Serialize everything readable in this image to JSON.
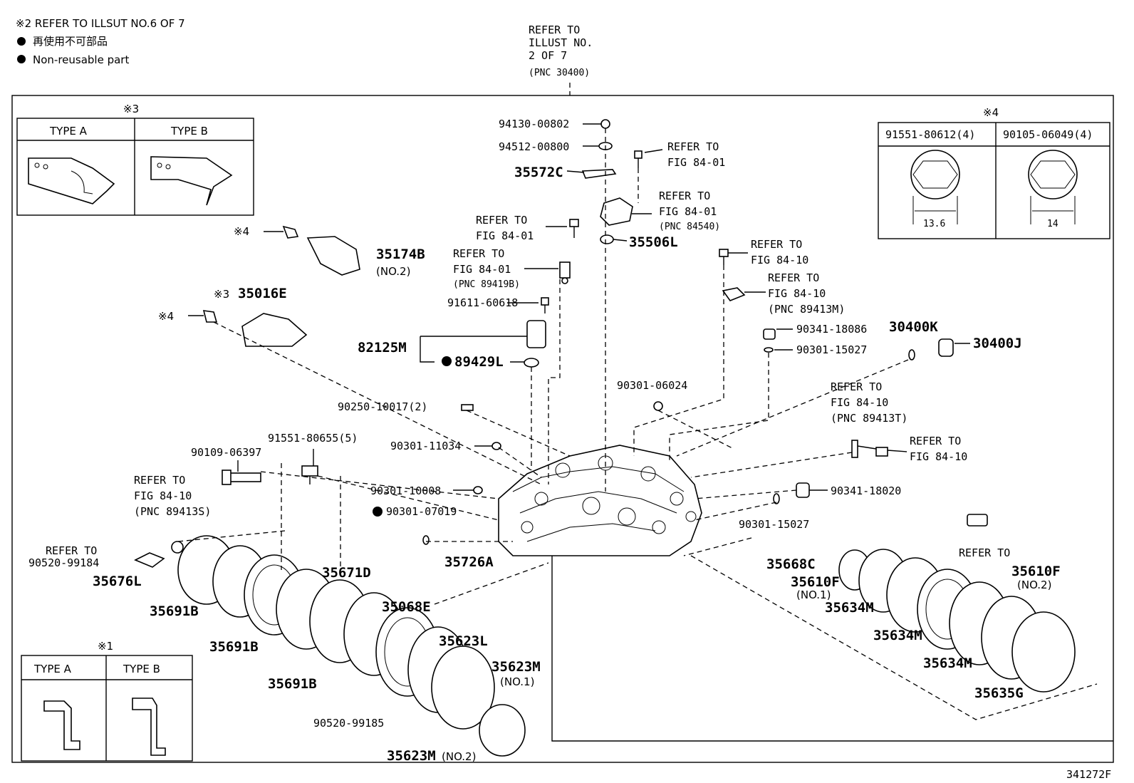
{
  "notes": {
    "ref_note": "※2 REFER TO ILLSUT NO.6 OF 7",
    "non_reusable_jp": "再使用不可部品",
    "non_reusable_en": "Non-reusable part",
    "illust_ref": [
      "REFER TO",
      "ILLUST NO.",
      "2 OF 7",
      "(PNC 30400)"
    ],
    "figure_id": "341272F"
  },
  "insets": {
    "inset3": {
      "mark": "※3",
      "type_a": "TYPE A",
      "type_b": "TYPE B"
    },
    "inset4": {
      "mark": "※4",
      "col_a": "91551-80612(4)",
      "col_b": "90105-06049(4)",
      "dim_a": "13.6",
      "dim_b": "14"
    },
    "inset1": {
      "mark": "※1",
      "type_a": "TYPE A",
      "type_b": "TYPE B"
    }
  },
  "labels": {
    "p94130": "94130-00802",
    "p94512": "94512-00800",
    "p35572c": "35572C",
    "ref_84_01_a1": "REFER TO",
    "ref_84_01_a2": "FIG 84-01",
    "ref_84540_1": "REFER TO",
    "ref_84540_2": "FIG 84-01",
    "ref_84540_3": "(PNC 84540)",
    "p35506l": "35506L",
    "ref_84_01_b1": "REFER TO",
    "ref_84_01_b2": "FIG 84-01",
    "ref_89419b_1": "REFER TO",
    "ref_89419b_2": "FIG 84-01",
    "ref_89419b_3": "(PNC 89419B)",
    "p91611": "91611-60618",
    "p82125m": "82125M",
    "p89429l": "89429L",
    "p35174b": "35174B",
    "p35174b_no": "(NO.2)",
    "mark4_a": "※4",
    "mark3_35016": "※3",
    "p35016e": "35016E",
    "mark4_b": "※4",
    "ref_84_10_a1": "REFER TO",
    "ref_84_10_a2": "FIG 84-10",
    "ref_89413m_1": "REFER TO",
    "ref_89413m_2": "FIG 84-10",
    "ref_89413m_3": "(PNC 89413M)",
    "p90341_18086": "90341-18086",
    "p90301_15027a": "90301-15027",
    "p30400k": "30400K",
    "p30400j": "30400J",
    "p90301_06024": "90301-06024",
    "p90250": "90250-10017(2)",
    "ref_89413t_1": "REFER TO",
    "ref_89413t_2": "FIG 84-10",
    "ref_89413t_3": "(PNC 89413T)",
    "ref_84_10_b1": "REFER TO",
    "ref_84_10_b2": "FIG 84-10",
    "p90301_11034": "90301-11034",
    "p91551_80655": "91551-80655(5)",
    "p90109": "90109-06397",
    "ref_89413s_1": "REFER TO",
    "ref_89413s_2": "FIG 84-10",
    "ref_89413s_3": "(PNC 89413S)",
    "p90301_10008": "90301-10008",
    "p90341_18020": "90341-18020",
    "p90301_07019": "90301-07019",
    "p90301_15027b": "90301-15027",
    "refer_to_left": "REFER TO",
    "p90520_99184": "90520-99184",
    "p35676l": "35676L",
    "p35726a": "35726A",
    "p35668c": "35668C",
    "refer_to_right": "REFER TO",
    "p35610f_a": "35610F",
    "p35610f_a_no": "(NO.1)",
    "p35610f_b": "35610F",
    "p35610f_b_no": "(NO.2)",
    "p35691b_a": "35691B",
    "p35691b_b": "35691B",
    "p35691b_c": "35691B",
    "p35671d": "35671D",
    "p35068e": "35068E",
    "p35623l": "35623L",
    "p35623m_a": "35623M",
    "p35623m_a_no": "(NO.1)",
    "p35623m_b": "35623M",
    "p35623m_b_no": "(NO.2)",
    "p90520_99185": "90520-99185",
    "p35634m_a": "35634M",
    "p35634m_b": "35634M",
    "p35634m_c": "35634M",
    "p35635g": "35635G"
  }
}
